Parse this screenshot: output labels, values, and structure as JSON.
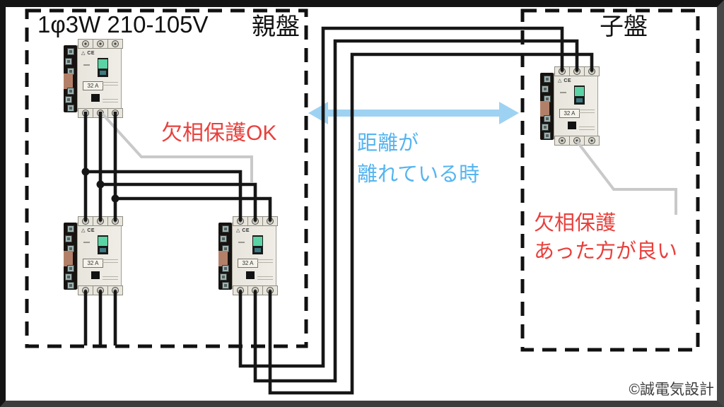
{
  "colors": {
    "wire": "#161616",
    "leader": "#c9c9c9",
    "arrow_blue": "#9ed2f2",
    "text_blue": "#55b4f0",
    "text_red": "#e8403c",
    "text_black": "#111111",
    "panel_border": "#111111",
    "copyright_gray": "#3c3c3c"
  },
  "header": {
    "system_label": "1φ3W 210-105V"
  },
  "panels": {
    "parent": {
      "label": "親盤",
      "annotation_ok": "欠相保護OK"
    },
    "child": {
      "label": "子盤",
      "annotation_line1": "欠相保護",
      "annotation_line2": "あった方が良い"
    }
  },
  "distance_note": {
    "line1": "距離が",
    "line2": "離れている時"
  },
  "breaker": {
    "ce_mark": "△ CE",
    "rating": "32 A"
  },
  "footer": {
    "copyright": "©誠電気設計"
  }
}
